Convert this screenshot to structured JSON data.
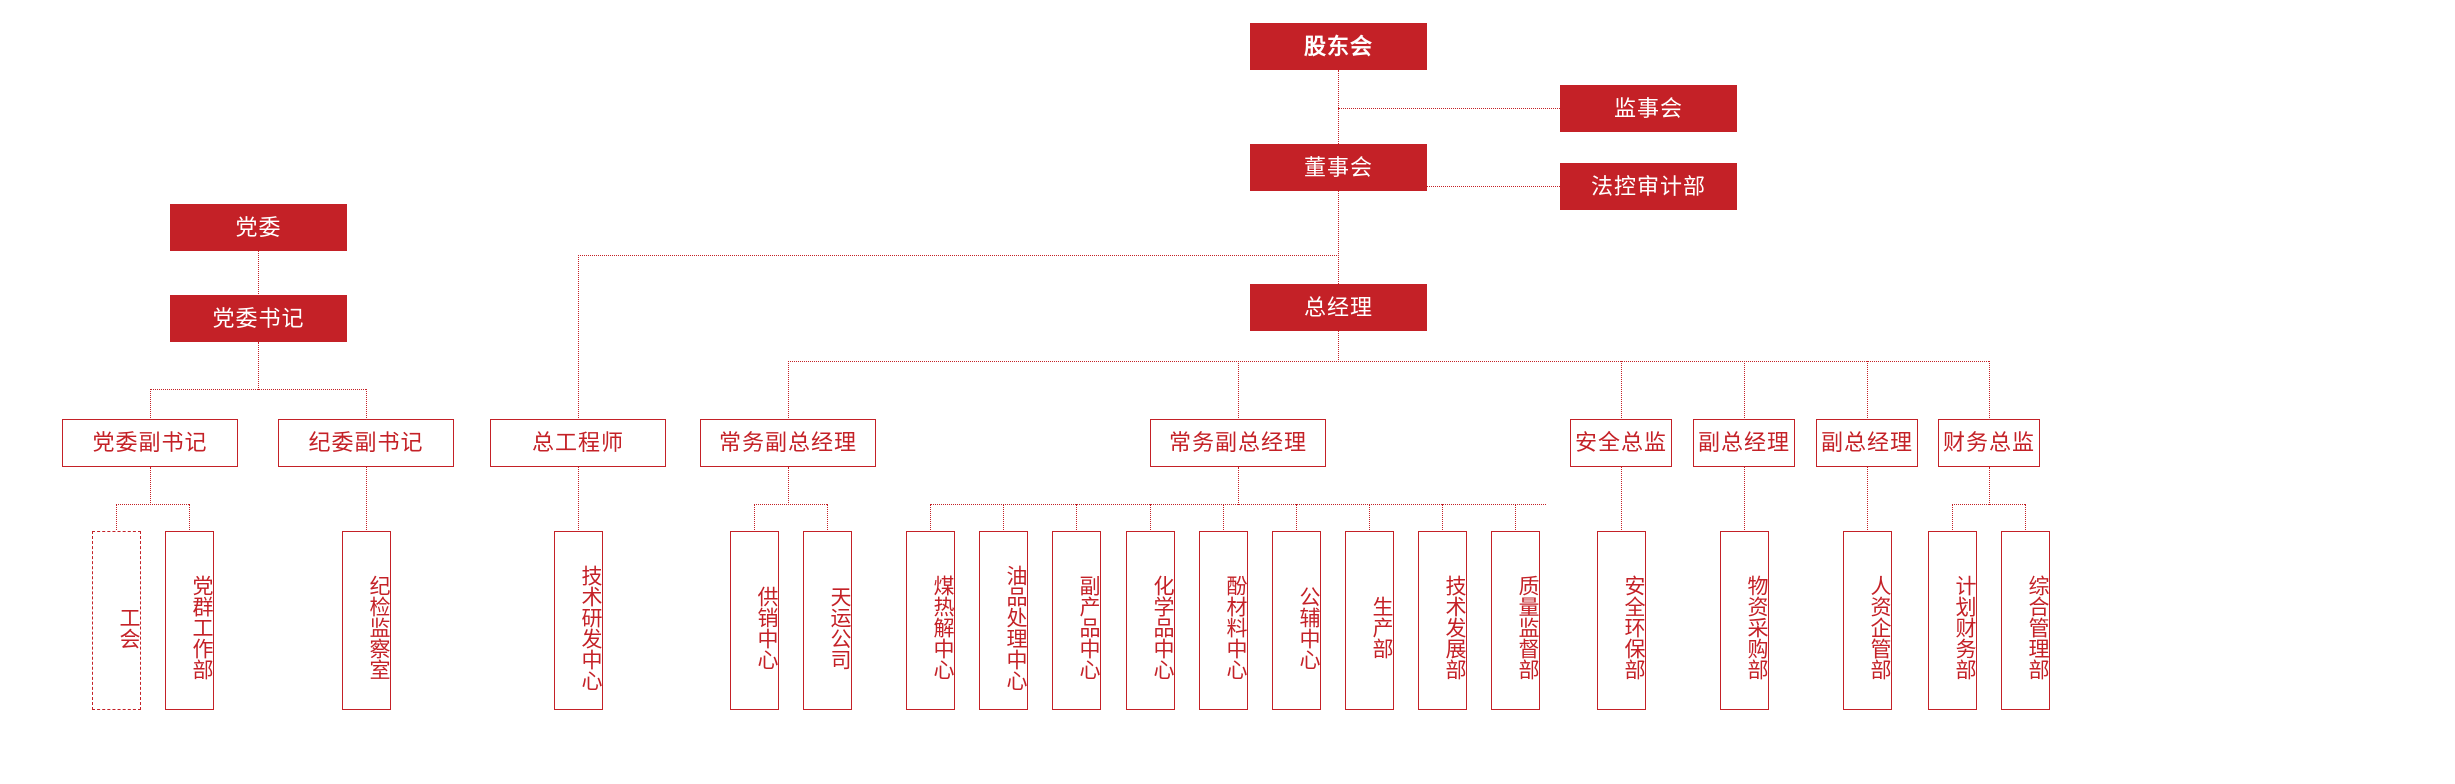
{
  "chart": {
    "type": "org-chart",
    "palette": {
      "brand_red": "#c42127",
      "box_fill": "#c42127",
      "box_text_on_fill": "#ffffff",
      "outline_text": "#c42127",
      "background": "#ffffff"
    },
    "connector_style": "dotted",
    "nodes": {
      "shareholders_meeting": "股东会",
      "board_of_supervisors": "监事会",
      "board_of_directors": "董事会",
      "legal_control_audit_dept": "法控审计部",
      "general_manager": "总经理",
      "party_committee": "党委",
      "party_secretary": "党委书记",
      "deputy_party_secretary": "党委副书记",
      "deputy_discipline_secretary": "纪委副书记",
      "labor_union": "工会",
      "party_mass_work_dept": "党群工作部",
      "discipline_inspection_office": "纪检监察室",
      "chief_engineer": "总工程师",
      "tech_rd_center": "技术研发中心",
      "exec_deputy_gm_1": "常务副总经理",
      "supply_marketing_center": "供销中心",
      "tianyun_company": "天运公司",
      "exec_deputy_gm_2": "常务副总经理",
      "coal_pyrolysis_center": "煤热解中心",
      "oil_processing_center": "油品处理中心",
      "byproduct_center": "副产品中心",
      "chemicals_center": "化学品中心",
      "phenol_materials_center": "酚材料中心",
      "public_auxiliary_center": "公辅中心",
      "production_dept": "生产部",
      "tech_development_dept": "技术发展部",
      "quality_supervision_dept": "质量监督部",
      "safety_director": "安全总监",
      "safety_environment_dept": "安全环保部",
      "deputy_gm_1": "副总经理",
      "materials_procurement_dept": "物资采购部",
      "deputy_gm_2": "副总经理",
      "hr_enterprise_mgmt_dept": "人资企管部",
      "finance_director": "财务总监",
      "planning_finance_dept": "计划财务部",
      "general_management_dept": "综合管理部"
    }
  }
}
